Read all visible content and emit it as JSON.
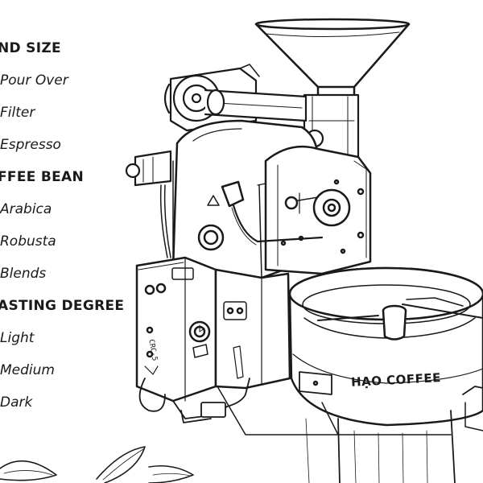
{
  "menu": {
    "sections": [
      {
        "heading": "ND SIZE",
        "items": [
          "Pour Over",
          "Filter",
          "Espresso"
        ]
      },
      {
        "heading": "FFEE BEAN",
        "items": [
          "Arabica",
          "Robusta",
          "Blends"
        ]
      },
      {
        "heading": "ASTING DEGREE",
        "items": [
          "Light",
          "Medium",
          "Dark"
        ]
      }
    ]
  },
  "illustration": {
    "brand": "HẠO COFFEE",
    "panel_label": "CRC-5",
    "ink_color": "#1a1a1a",
    "paper_color": "#ffffff"
  }
}
